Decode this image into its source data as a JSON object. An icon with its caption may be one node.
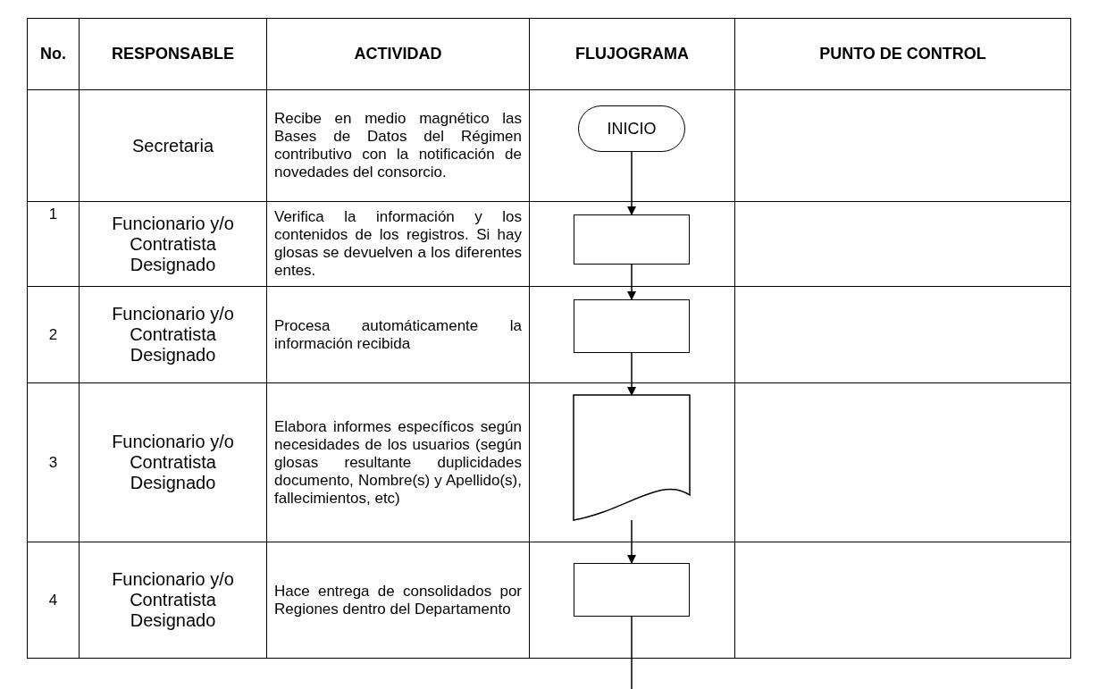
{
  "diagram": {
    "nodes": [
      {
        "text": [
          "INICIO"
        ]
      },
      {
        "text": [],
        "shape": "box"
      },
      {
        "text": [],
        "shape": "box"
      },
      {
        "text": [],
        "shape": "document"
      },
      {
        "text": [],
        "shape": "box"
      }
    ],
    "edges": [
      {
        "from": 0,
        "to": 1,
        "arrow": "to"
      },
      {
        "from": 1,
        "to": 2,
        "arrow": "to"
      },
      {
        "from": 2,
        "to": 3,
        "arrow": "to"
      },
      {
        "from": 3,
        "to": 4,
        "arrow": "to"
      },
      {
        "from": 4,
        "to": null,
        "arrow": "none"
      }
    ],
    "labels": [
      "No.",
      "RESPONSABLE",
      "ACTIVIDAD",
      "FLUJOGRAMA",
      "PUNTO DE CONTROL",
      "Secretaria",
      "Recibe en medio magnético las Bases de Datos del Régimen contributivo con la notificación de novedades del consorcio.",
      "1",
      "Funcionario y/o Contratista Designado",
      "Verifica la información y los contenidos de los registros. Si hay glosas se devuelven a los diferentes entes.",
      "2",
      "Funcionario y/o Contratista Designado",
      "Procesa automáticamente la información recibida",
      "3",
      "Funcionario y/o Contratista Designado",
      "Elabora informes específicos según necesidades de los usuarios (según glosas resultante duplicidades documento, Nombre(s) y Apellido(s), fallecimientos, etc)",
      "4",
      "Funcionario y/o Contratista Designado",
      "Hace entrega de consolidados por Regiones dentro del Departamento"
    ]
  }
}
